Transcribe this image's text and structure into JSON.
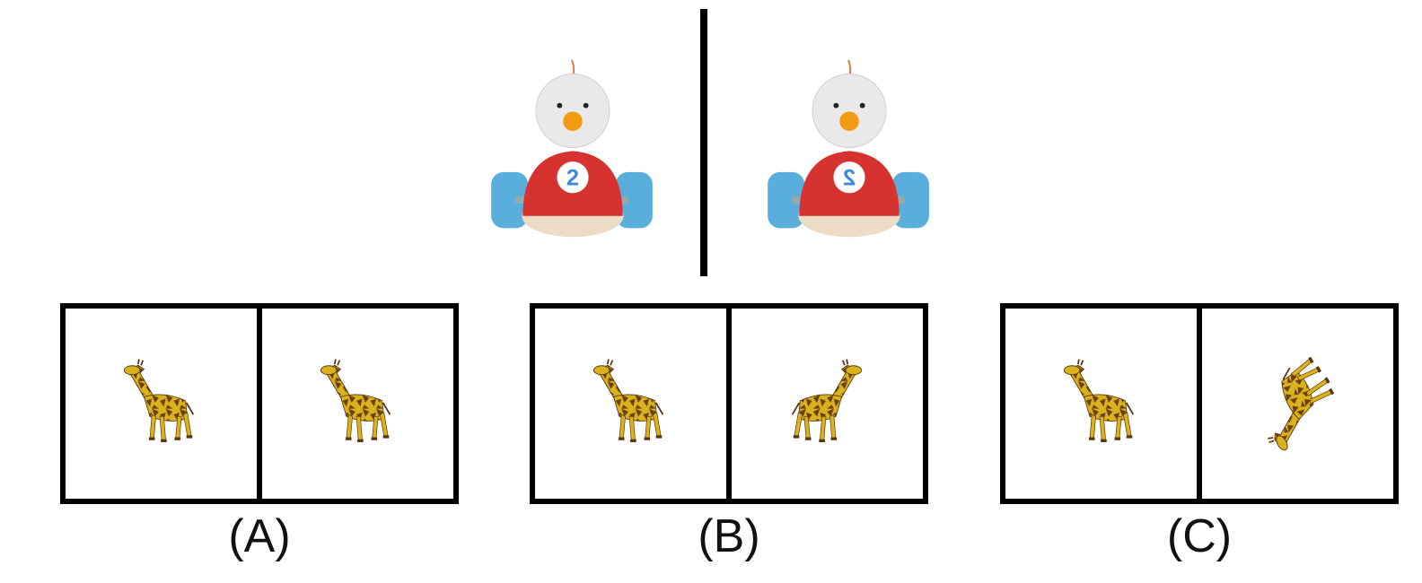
{
  "options": [
    {
      "label": "(A)"
    },
    {
      "label": "(B)"
    },
    {
      "label": "(C)"
    }
  ],
  "icons": {
    "reference_toy": "chicken-race-car-toy",
    "option_figure": "giraffe"
  },
  "colors": {
    "border": "#000000",
    "giraffe_body": "#d9b21c",
    "giraffe_patch": "#6b3f12",
    "car_body": "#d6322f",
    "car_wheel": "#5aaedc",
    "car_number": "#3f8ad6",
    "beak": "#f29a12"
  },
  "reference": {
    "left_number": "2",
    "right_number": "2"
  }
}
